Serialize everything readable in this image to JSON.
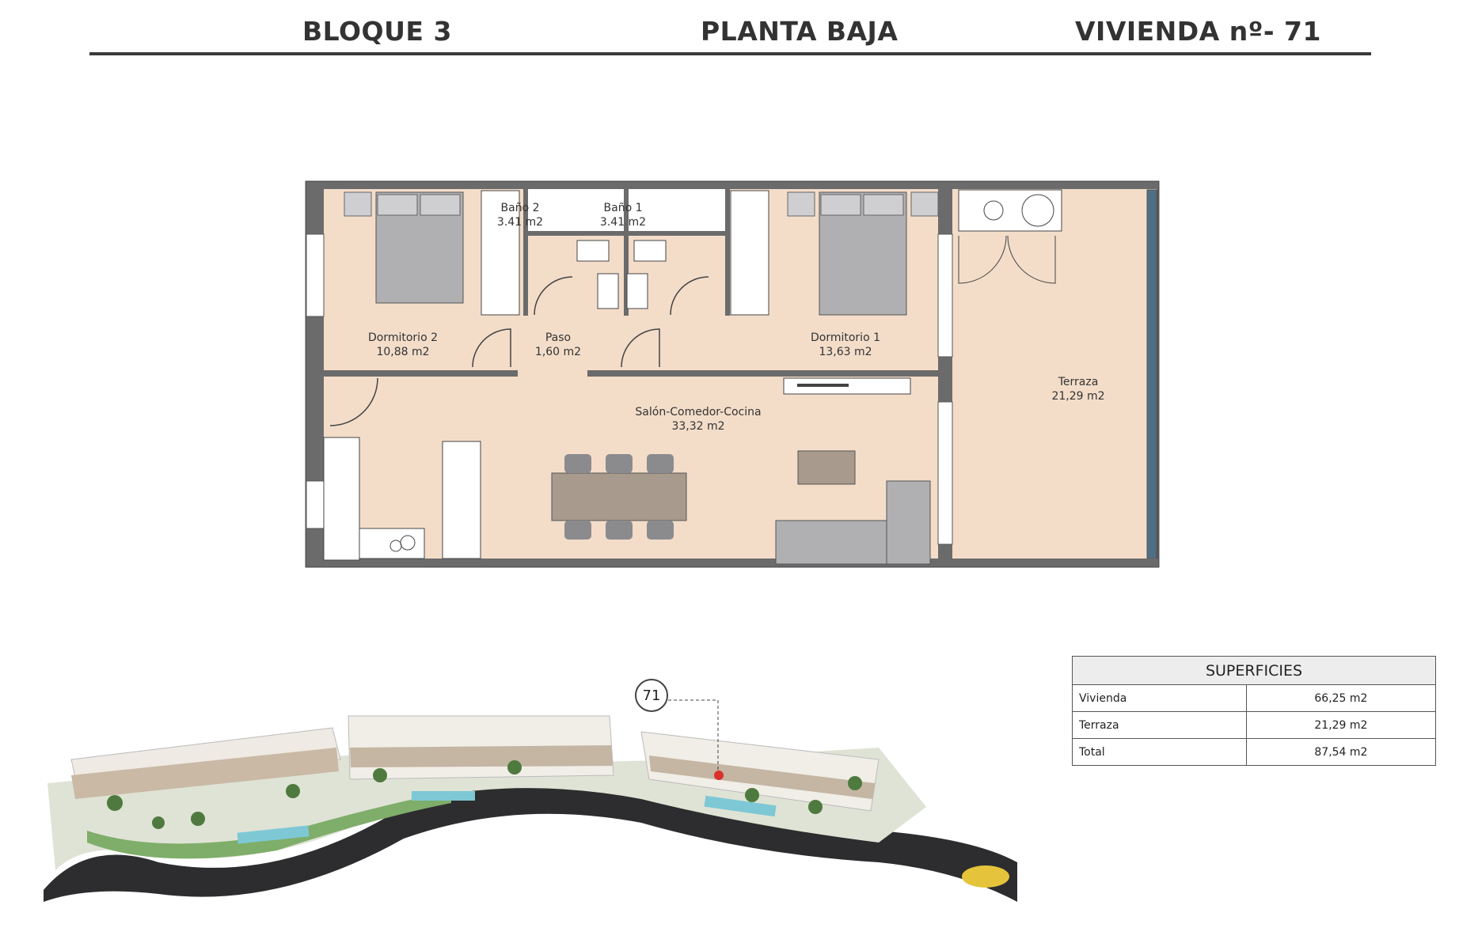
{
  "header": {
    "block": "BLOQUE 3",
    "floor": "PLANTA BAJA",
    "unit": "VIVIENDA nº- 71"
  },
  "rooms": {
    "bano2": {
      "name": "Baño 2",
      "area": "3.41 m2"
    },
    "bano1": {
      "name": "Baño 1",
      "area": "3.41 m2"
    },
    "dormitorio2": {
      "name": "Dormitorio 2",
      "area": "10,88 m2"
    },
    "paso": {
      "name": "Paso",
      "area": "1,60 m2"
    },
    "dormitorio1": {
      "name": "Dormitorio 1",
      "area": "13,63 m2"
    },
    "salon": {
      "name": "Salón-Comedor-Cocina",
      "area": "33,32 m2"
    },
    "terraza": {
      "name": "Terraza",
      "area": "21,29 m2"
    }
  },
  "site_plan": {
    "unit_marker": "71"
  },
  "superficies": {
    "title": "SUPERFICIES",
    "rows": [
      {
        "label": "Vivienda",
        "value": "66,25 m2"
      },
      {
        "label": "Terraza",
        "value": "21,29 m2"
      },
      {
        "label": "Total",
        "value": "87,54 m2"
      }
    ]
  },
  "colors": {
    "floor": "#f3ddc9",
    "wall": "#6b6b6b",
    "furniture": "#b0afb2",
    "table": "#a89a8d",
    "marker": "#d9312a"
  }
}
